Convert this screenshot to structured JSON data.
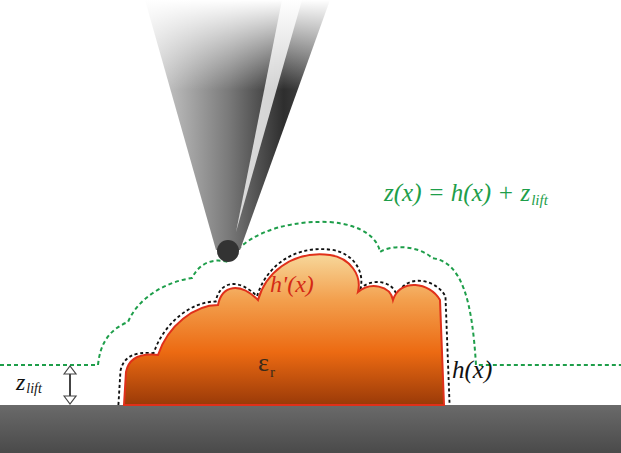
{
  "diagram": {
    "labels": [
      "z(x) = h(x) + z",
      "lift",
      "h'(x)",
      "ε",
      "r",
      "z",
      "lift",
      "h(x)"
    ]
  }
}
